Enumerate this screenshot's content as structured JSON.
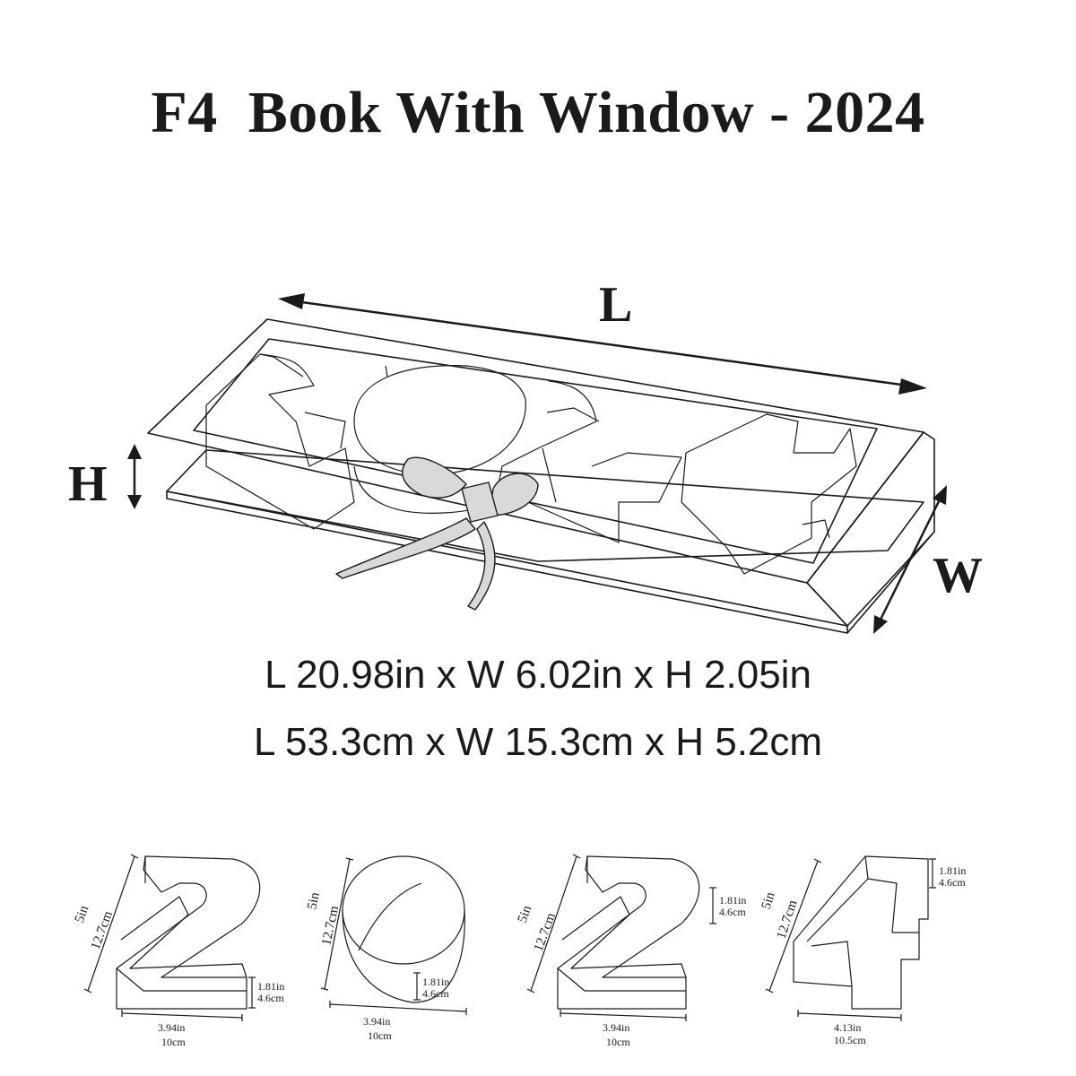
{
  "title": "F4  Book With Window - 2024",
  "axis_labels": {
    "length": "L",
    "height": "H",
    "width": "W"
  },
  "dimensions": {
    "imperial": "L 20.98in x W 6.02in x H 2.05in",
    "metric": "L 53.3cm x W 15.3cm x H 5.2cm"
  },
  "numbers": [
    {
      "digit": "2",
      "height_in": "5in",
      "height_cm": "12.7cm",
      "depth_in": "1.81in",
      "depth_cm": "4.6cm",
      "width_in": "3.94in",
      "width_cm": "10cm"
    },
    {
      "digit": "0",
      "height_in": "5in",
      "height_cm": "12.7cm",
      "depth_in": "1.81in",
      "depth_cm": "4.6cm",
      "width_in": "3.94in",
      "width_cm": "10cm"
    },
    {
      "digit": "2",
      "height_in": "5in",
      "height_cm": "12.7cm",
      "depth_in": "1.81in",
      "depth_cm": "4.6cm",
      "width_in": "3.94in",
      "width_cm": "10cm"
    },
    {
      "digit": "4",
      "height_in": "5in",
      "height_cm": "12.7cm",
      "depth_in": "1.81in",
      "depth_cm": "4.6cm",
      "width_in": "4.13in",
      "width_cm": "10.5cm"
    }
  ]
}
